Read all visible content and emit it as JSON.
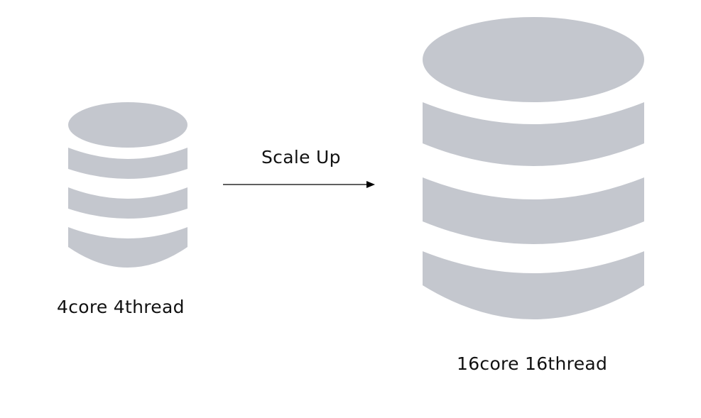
{
  "diagram": {
    "source": {
      "label": "4core 4thread"
    },
    "target": {
      "label": "16core 16thread"
    },
    "transition": {
      "label": "Scale Up"
    },
    "colors": {
      "database_fill": "#c4c7ce",
      "arrow": "#000000",
      "text": "#111111",
      "background": "#ffffff"
    },
    "icons": {
      "source": "database-icon",
      "target": "database-icon",
      "transition": "arrow-right-icon"
    }
  }
}
